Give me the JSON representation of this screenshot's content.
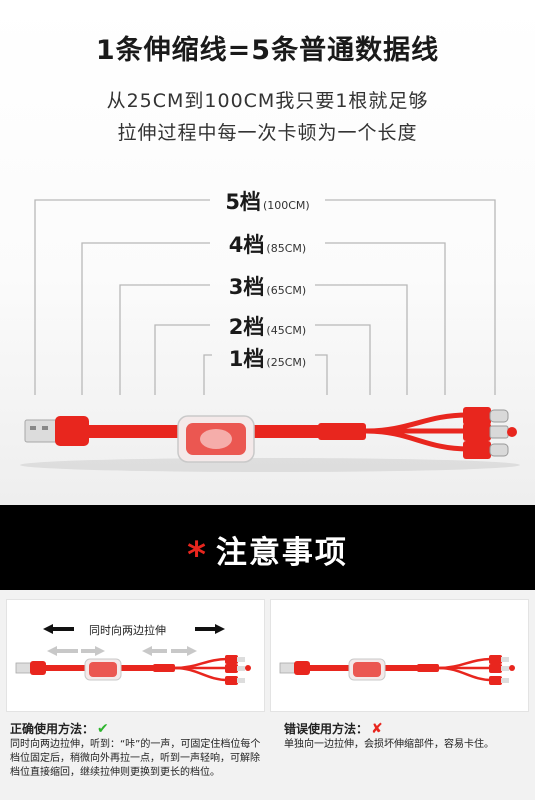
{
  "header": {
    "headline": "1条伸缩线=5条普通数据线",
    "sub1": "从25CM到100CM我只要1根就足够",
    "sub2": "拉伸过程中每一次卡顿为一个长度"
  },
  "gears": [
    {
      "main": "5档",
      "len": "(100CM)"
    },
    {
      "main": "4档",
      "len": "(85CM)"
    },
    {
      "main": "3档",
      "len": "(65CM)"
    },
    {
      "main": "2档",
      "len": "(45CM)"
    },
    {
      "main": "1档",
      "len": "(25CM)"
    }
  ],
  "colors": {
    "cable_red": "#e8261e",
    "band": "#000000",
    "check": "#2db52d"
  },
  "notice": {
    "title": "注意事项",
    "star": "*"
  },
  "left_panel": {
    "label": "同时向两边拉伸",
    "caption_title": "正确使用方法：",
    "caption_icon": "check-icon",
    "caption_text": "同时向两边拉伸，听到：“咔”的一声，可固定住档位每个档位固定后，稍微向外再拉一点，听到一声轻响，可解除档位直接缩回，继续拉伸则更换到更长的档位。"
  },
  "right_panel": {
    "caption_title": "错误使用方法：",
    "caption_icon": "cross-icon",
    "caption_text": "单独向一边拉伸，会损坏伸缩部件，容易卡住。"
  }
}
